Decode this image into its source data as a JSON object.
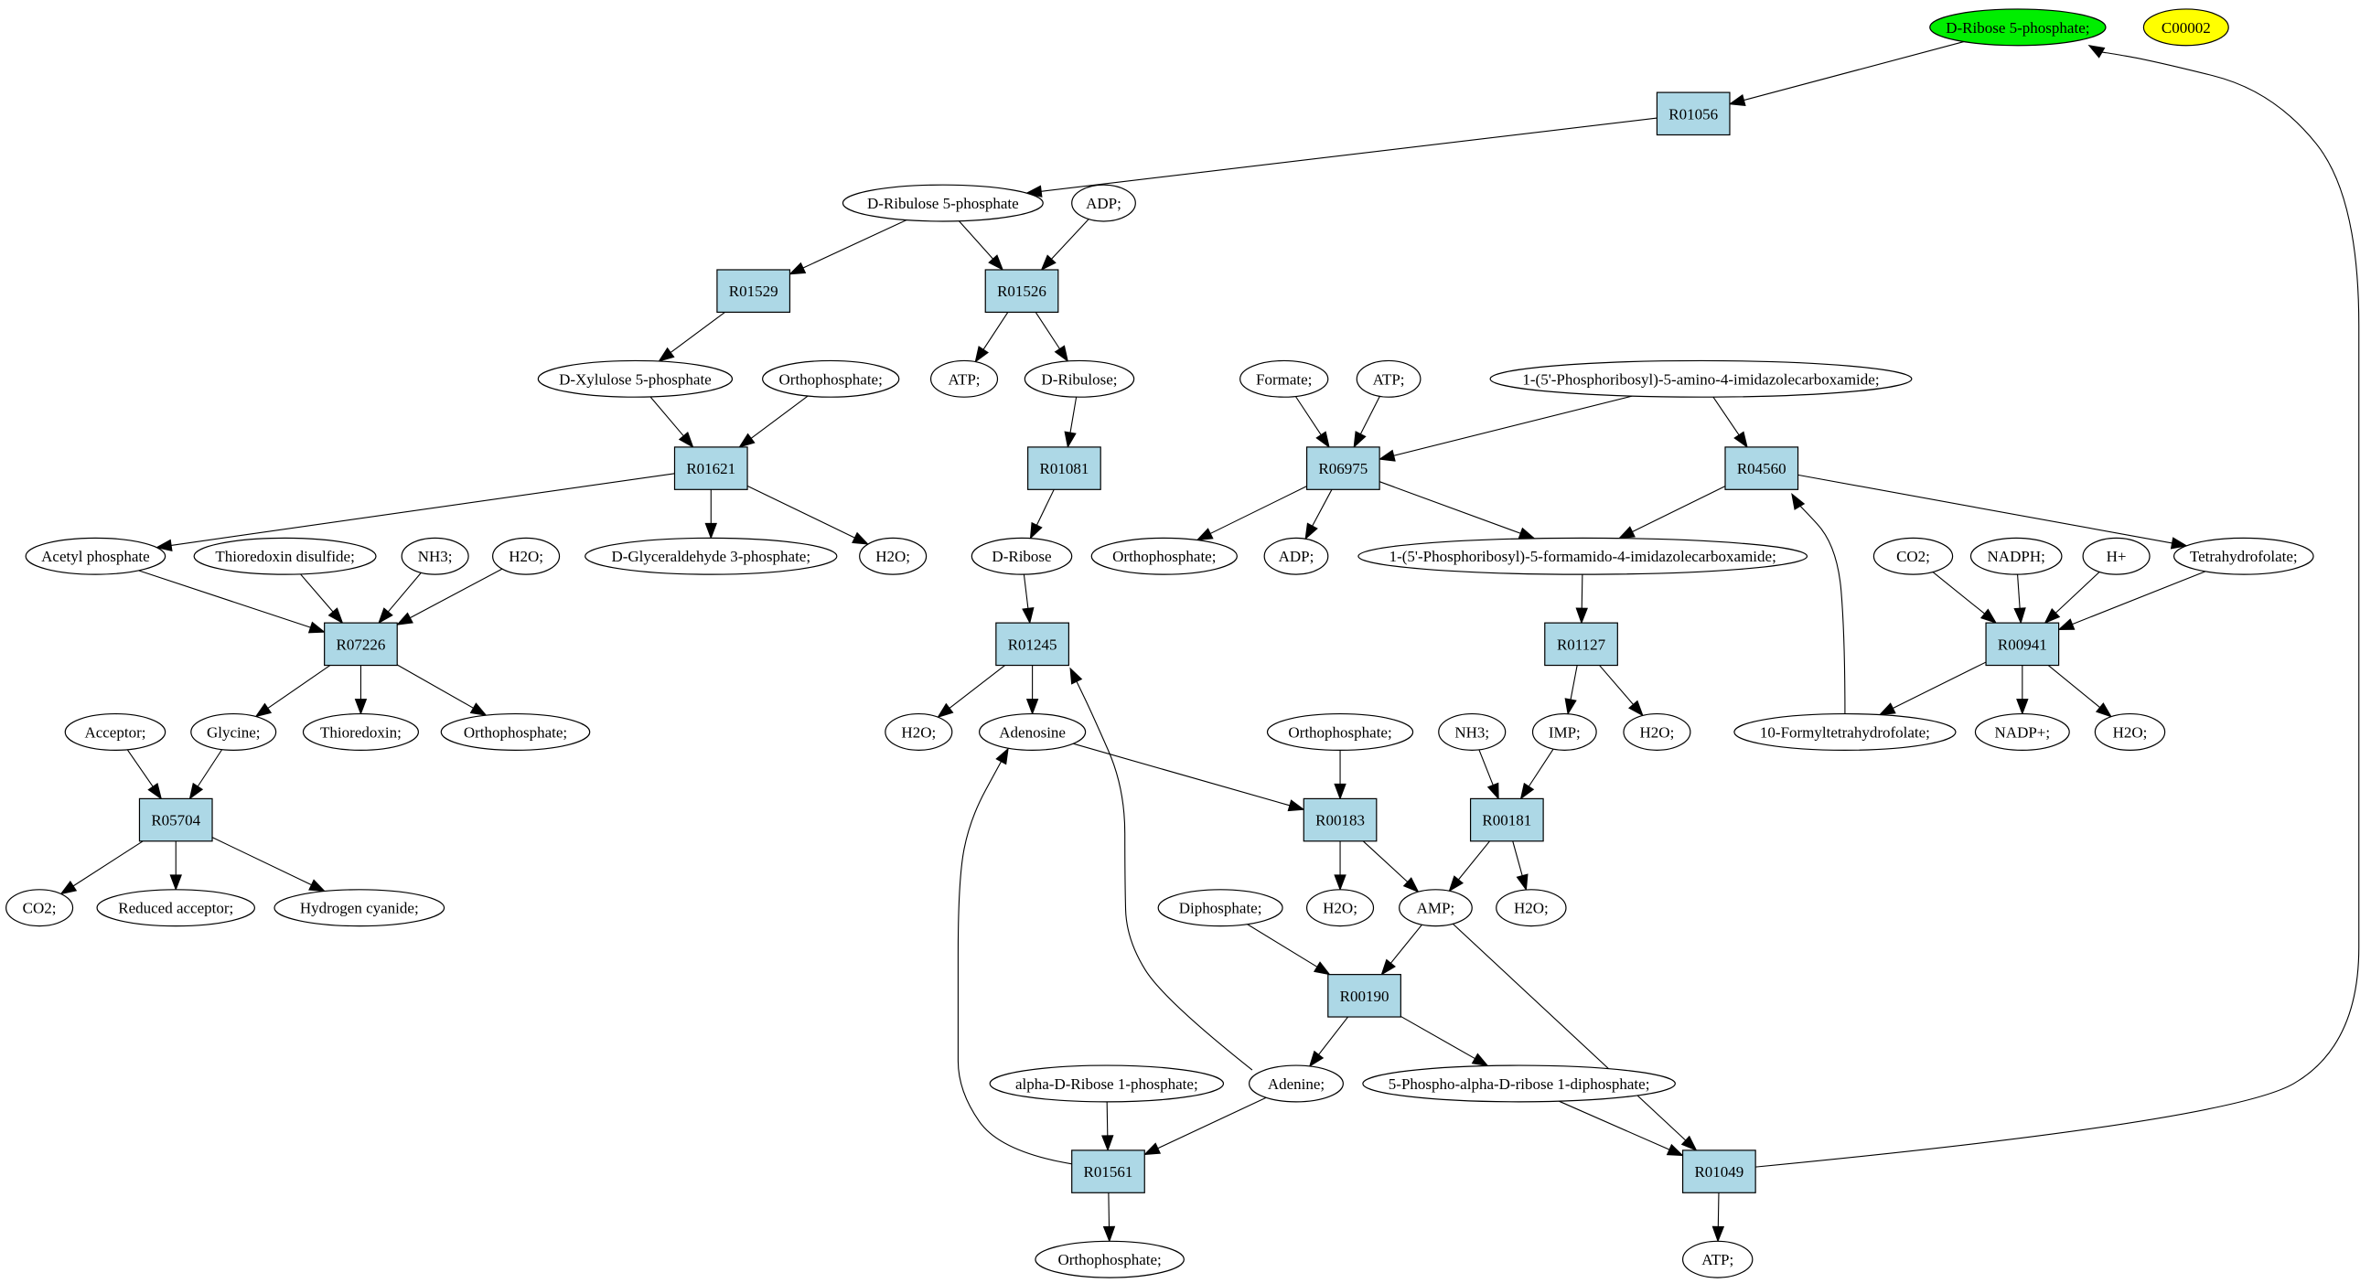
{
  "colors": {
    "background": "#ffffff",
    "reaction_fill": "#add8e6",
    "compound_fill": "#ffffff",
    "start_fill": "#00ee00",
    "id_fill": "#ffff00"
  },
  "graph": {
    "nodes": [
      {
        "id": "ribose5p",
        "label": "D-Ribose 5-phosphate;",
        "kind": "compound",
        "fill": "start"
      },
      {
        "id": "c00002",
        "label": "C00002",
        "kind": "compound",
        "fill": "id"
      },
      {
        "id": "r01056",
        "label": "R01056",
        "kind": "reaction"
      },
      {
        "id": "ribulose5p",
        "label": "D-Ribulose 5-phosphate",
        "kind": "compound"
      },
      {
        "id": "adp1",
        "label": "ADP;",
        "kind": "compound"
      },
      {
        "id": "r01529",
        "label": "R01529",
        "kind": "reaction"
      },
      {
        "id": "r01526",
        "label": "R01526",
        "kind": "reaction"
      },
      {
        "id": "xylulose5p",
        "label": "D-Xylulose 5-phosphate",
        "kind": "compound"
      },
      {
        "id": "orthophosphate1",
        "label": "Orthophosphate;",
        "kind": "compound"
      },
      {
        "id": "atp1",
        "label": "ATP;",
        "kind": "compound"
      },
      {
        "id": "dribulose",
        "label": "D-Ribulose;",
        "kind": "compound"
      },
      {
        "id": "formate",
        "label": "Formate;",
        "kind": "compound"
      },
      {
        "id": "atp2",
        "label": "ATP;",
        "kind": "compound"
      },
      {
        "id": "aicar",
        "label": "1-(5'-Phosphoribosyl)-5-amino-4-imidazolecarboxamide;",
        "kind": "compound"
      },
      {
        "id": "r01621",
        "label": "R01621",
        "kind": "reaction"
      },
      {
        "id": "r01081",
        "label": "R01081",
        "kind": "reaction"
      },
      {
        "id": "r06975",
        "label": "R06975",
        "kind": "reaction"
      },
      {
        "id": "r04560",
        "label": "R04560",
        "kind": "reaction"
      },
      {
        "id": "acetylphosphate",
        "label": "Acetyl phosphate",
        "kind": "compound"
      },
      {
        "id": "thioredoxindisulfide",
        "label": "Thioredoxin disulfide;",
        "kind": "compound"
      },
      {
        "id": "nh3a",
        "label": "NH3;",
        "kind": "compound"
      },
      {
        "id": "h2oa",
        "label": "H2O;",
        "kind": "compound"
      },
      {
        "id": "g3p",
        "label": "D-Glyceraldehyde 3-phosphate;",
        "kind": "compound"
      },
      {
        "id": "h2ob",
        "label": "H2O;",
        "kind": "compound"
      },
      {
        "id": "dribose",
        "label": "D-Ribose",
        "kind": "compound"
      },
      {
        "id": "orthophosphate2",
        "label": "Orthophosphate;",
        "kind": "compound"
      },
      {
        "id": "adp2",
        "label": "ADP;",
        "kind": "compound"
      },
      {
        "id": "faicar",
        "label": "1-(5'-Phosphoribosyl)-5-formamido-4-imidazolecarboxamide;",
        "kind": "compound"
      },
      {
        "id": "co2a",
        "label": "CO2;",
        "kind": "compound"
      },
      {
        "id": "nadph",
        "label": "NADPH;",
        "kind": "compound"
      },
      {
        "id": "hplus",
        "label": "H+",
        "kind": "compound"
      },
      {
        "id": "thf",
        "label": "Tetrahydrofolate;",
        "kind": "compound"
      },
      {
        "id": "r07226",
        "label": "R07226",
        "kind": "reaction"
      },
      {
        "id": "r01245",
        "label": "R01245",
        "kind": "reaction"
      },
      {
        "id": "r01127",
        "label": "R01127",
        "kind": "reaction"
      },
      {
        "id": "r00941",
        "label": "R00941",
        "kind": "reaction"
      },
      {
        "id": "acceptor",
        "label": "Acceptor;",
        "kind": "compound"
      },
      {
        "id": "glycine",
        "label": "Glycine;",
        "kind": "compound"
      },
      {
        "id": "thioredoxin",
        "label": "Thioredoxin;",
        "kind": "compound"
      },
      {
        "id": "orthophosphate3",
        "label": "Orthophosphate;",
        "kind": "compound"
      },
      {
        "id": "h2oc",
        "label": "H2O;",
        "kind": "compound"
      },
      {
        "id": "adenosine",
        "label": "Adenosine",
        "kind": "compound"
      },
      {
        "id": "orthophosphate4",
        "label": "Orthophosphate;",
        "kind": "compound"
      },
      {
        "id": "nh3b",
        "label": "NH3;",
        "kind": "compound"
      },
      {
        "id": "imp",
        "label": "IMP;",
        "kind": "compound"
      },
      {
        "id": "h2od",
        "label": "H2O;",
        "kind": "compound"
      },
      {
        "id": "formylthf",
        "label": "10-Formyltetrahydrofolate;",
        "kind": "compound"
      },
      {
        "id": "nadp",
        "label": "NADP+;",
        "kind": "compound"
      },
      {
        "id": "h2oe",
        "label": "H2O;",
        "kind": "compound"
      },
      {
        "id": "r05704",
        "label": "R05704",
        "kind": "reaction"
      },
      {
        "id": "r00183",
        "label": "R00183",
        "kind": "reaction"
      },
      {
        "id": "r00181",
        "label": "R00181",
        "kind": "reaction"
      },
      {
        "id": "co2b",
        "label": "CO2;",
        "kind": "compound"
      },
      {
        "id": "reducedacceptor",
        "label": "Reduced acceptor;",
        "kind": "compound"
      },
      {
        "id": "hcn",
        "label": "Hydrogen cyanide;",
        "kind": "compound"
      },
      {
        "id": "diphosphate",
        "label": "Diphosphate;",
        "kind": "compound"
      },
      {
        "id": "h2of",
        "label": "H2O;",
        "kind": "compound"
      },
      {
        "id": "amp",
        "label": "AMP;",
        "kind": "compound"
      },
      {
        "id": "h2og",
        "label": "H2O;",
        "kind": "compound"
      },
      {
        "id": "r00190",
        "label": "R00190",
        "kind": "reaction"
      },
      {
        "id": "ar1p",
        "label": "alpha-D-Ribose 1-phosphate;",
        "kind": "compound"
      },
      {
        "id": "adenine",
        "label": "Adenine;",
        "kind": "compound"
      },
      {
        "id": "prpp",
        "label": "5-Phospho-alpha-D-ribose 1-diphosphate;",
        "kind": "compound"
      },
      {
        "id": "r01561",
        "label": "R01561",
        "kind": "reaction"
      },
      {
        "id": "r01049",
        "label": "R01049",
        "kind": "reaction"
      },
      {
        "id": "orthophosphate5",
        "label": "Orthophosphate;",
        "kind": "compound"
      },
      {
        "id": "atp3",
        "label": "ATP;",
        "kind": "compound"
      }
    ],
    "edges": [
      {
        "from": "ribose5p",
        "to": "r01056"
      },
      {
        "from": "r01056",
        "to": "ribulose5p"
      },
      {
        "from": "ribulose5p",
        "to": "r01529"
      },
      {
        "from": "ribulose5p",
        "to": "r01526"
      },
      {
        "from": "adp1",
        "to": "r01526"
      },
      {
        "from": "r01529",
        "to": "xylulose5p"
      },
      {
        "from": "r01526",
        "to": "atp1"
      },
      {
        "from": "r01526",
        "to": "dribulose"
      },
      {
        "from": "xylulose5p",
        "to": "r01621"
      },
      {
        "from": "orthophosphate1",
        "to": "r01621"
      },
      {
        "from": "r01621",
        "to": "acetylphosphate"
      },
      {
        "from": "r01621",
        "to": "g3p"
      },
      {
        "from": "r01621",
        "to": "h2ob"
      },
      {
        "from": "dribulose",
        "to": "r01081"
      },
      {
        "from": "r01081",
        "to": "dribose"
      },
      {
        "from": "formate",
        "to": "r06975"
      },
      {
        "from": "atp2",
        "to": "r06975"
      },
      {
        "from": "aicar",
        "to": "r06975"
      },
      {
        "from": "aicar",
        "to": "r04560"
      },
      {
        "from": "r06975",
        "to": "orthophosphate2"
      },
      {
        "from": "r06975",
        "to": "adp2"
      },
      {
        "from": "r06975",
        "to": "faicar"
      },
      {
        "from": "r04560",
        "to": "faicar"
      },
      {
        "from": "r04560",
        "to": "thf"
      },
      {
        "from": "formylthf",
        "to": "r04560"
      },
      {
        "from": "acetylphosphate",
        "to": "r07226"
      },
      {
        "from": "thioredoxindisulfide",
        "to": "r07226"
      },
      {
        "from": "nh3a",
        "to": "r07226"
      },
      {
        "from": "h2oa",
        "to": "r07226"
      },
      {
        "from": "dribose",
        "to": "r01245"
      },
      {
        "from": "faicar",
        "to": "r01127"
      },
      {
        "from": "co2a",
        "to": "r00941"
      },
      {
        "from": "nadph",
        "to": "r00941"
      },
      {
        "from": "hplus",
        "to": "r00941"
      },
      {
        "from": "thf",
        "to": "r00941"
      },
      {
        "from": "r07226",
        "to": "glycine"
      },
      {
        "from": "r07226",
        "to": "thioredoxin"
      },
      {
        "from": "r07226",
        "to": "orthophosphate3"
      },
      {
        "from": "r01245",
        "to": "h2oc"
      },
      {
        "from": "r01245",
        "to": "adenosine"
      },
      {
        "from": "r01127",
        "to": "imp"
      },
      {
        "from": "r01127",
        "to": "h2od"
      },
      {
        "from": "r00941",
        "to": "formylthf"
      },
      {
        "from": "r00941",
        "to": "nadp"
      },
      {
        "from": "r00941",
        "to": "h2oe"
      },
      {
        "from": "acceptor",
        "to": "r05704"
      },
      {
        "from": "glycine",
        "to": "r05704"
      },
      {
        "from": "adenosine",
        "to": "r00183"
      },
      {
        "from": "orthophosphate4",
        "to": "r00183"
      },
      {
        "from": "nh3b",
        "to": "r00181"
      },
      {
        "from": "imp",
        "to": "r00181"
      },
      {
        "from": "r05704",
        "to": "co2b"
      },
      {
        "from": "r05704",
        "to": "reducedacceptor"
      },
      {
        "from": "r05704",
        "to": "hcn"
      },
      {
        "from": "r00183",
        "to": "h2of"
      },
      {
        "from": "r00183",
        "to": "amp"
      },
      {
        "from": "r00181",
        "to": "amp"
      },
      {
        "from": "r00181",
        "to": "h2og"
      },
      {
        "from": "diphosphate",
        "to": "r00190"
      },
      {
        "from": "amp",
        "to": "r00190"
      },
      {
        "from": "amp",
        "to": "r01049"
      },
      {
        "from": "r00190",
        "to": "adenine"
      },
      {
        "from": "r00190",
        "to": "prpp"
      },
      {
        "from": "adenine",
        "to": "r01245"
      },
      {
        "from": "adenine",
        "to": "r01561"
      },
      {
        "from": "ar1p",
        "to": "r01561"
      },
      {
        "from": "r01561",
        "to": "adenosine"
      },
      {
        "from": "r01561",
        "to": "orthophosphate5"
      },
      {
        "from": "prpp",
        "to": "r01049"
      },
      {
        "from": "r01049",
        "to": "atp3"
      },
      {
        "from": "r01049",
        "to": "ribose5p"
      }
    ]
  }
}
